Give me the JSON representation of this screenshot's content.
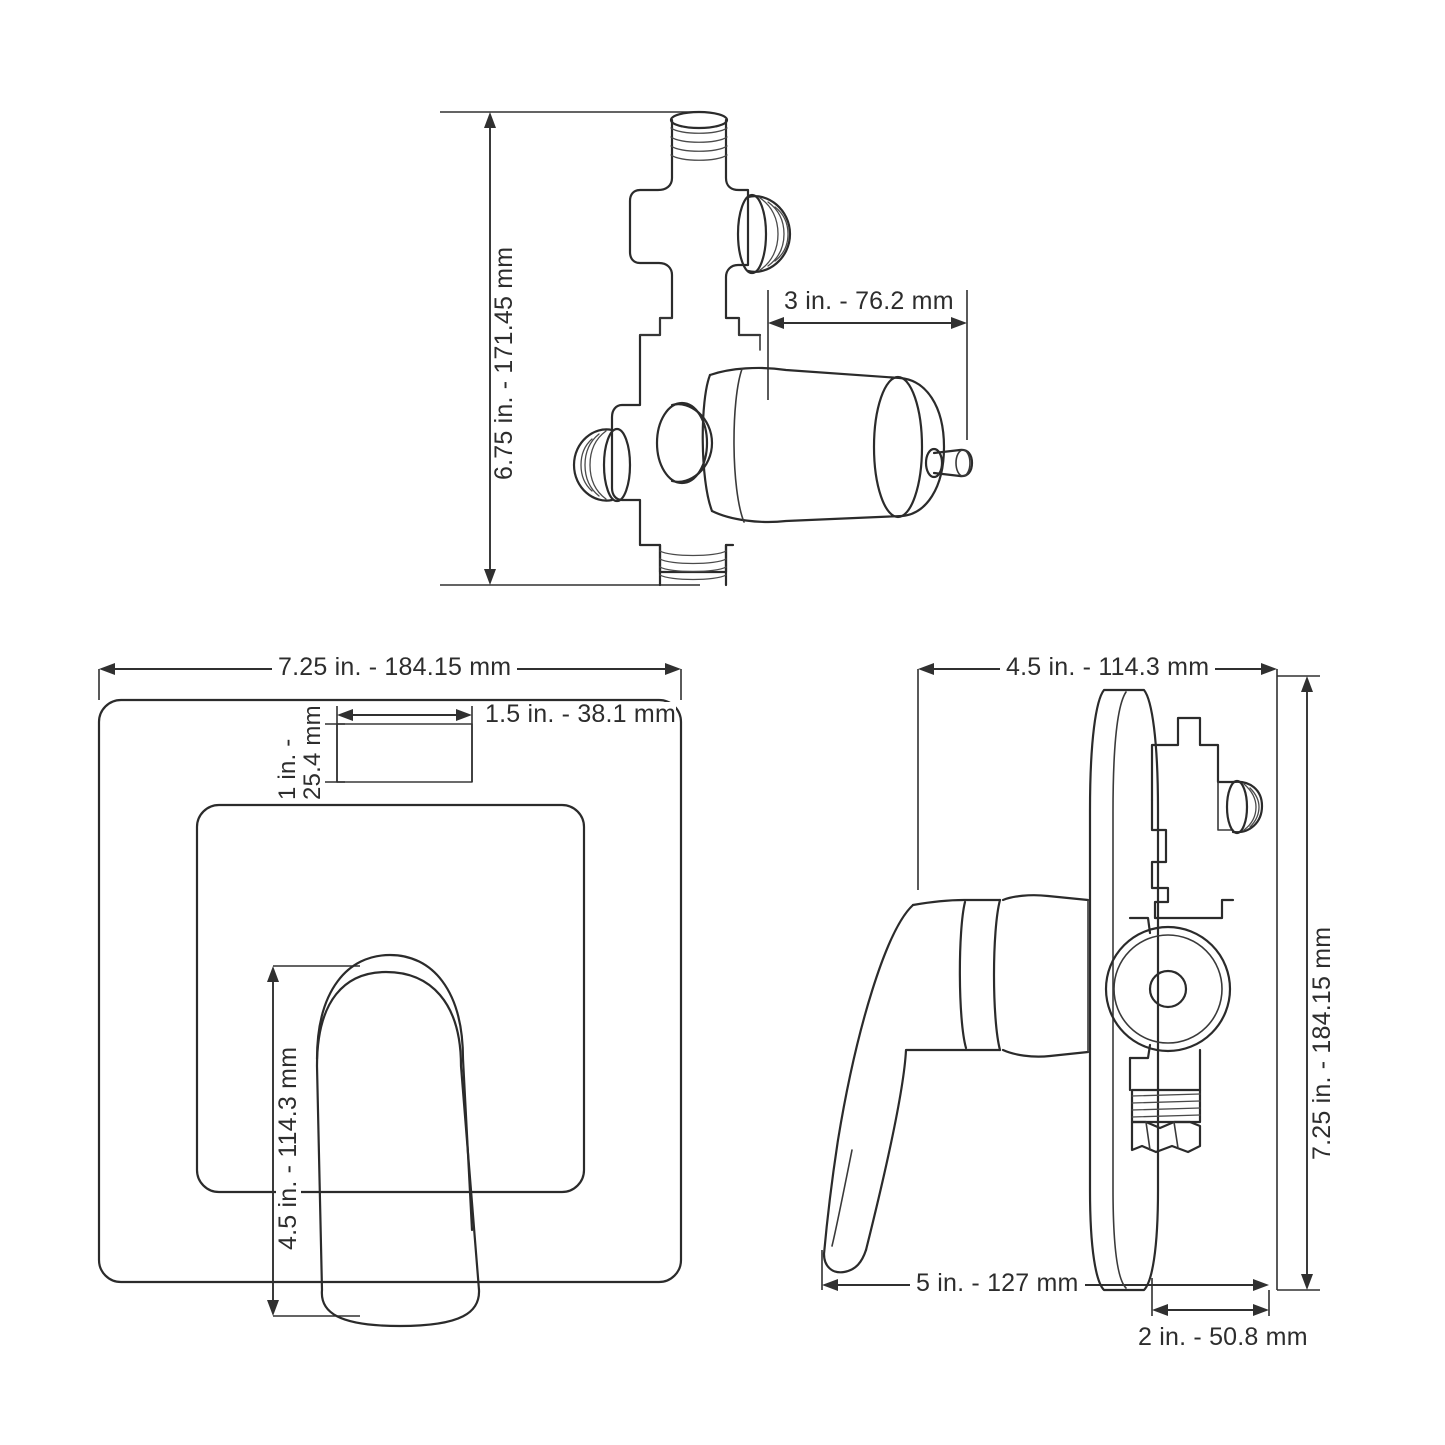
{
  "drawing": {
    "title": "Shower valve trim technical dimension drawing",
    "background_color": "#ffffff",
    "line_color": "#2b2b2b",
    "text_color": "#2d2d2d",
    "views": [
      {
        "name": "top-perspective-valve-body-view",
        "position": "top-center"
      },
      {
        "name": "front-escutcheon-view",
        "position": "bottom-left"
      },
      {
        "name": "side-profile-view",
        "position": "bottom-right"
      }
    ]
  },
  "dimensions": {
    "top_view": {
      "height_label": "6.75 in. - 171.45 mm",
      "depth_label": "3 in. - 76.2 mm"
    },
    "front_view": {
      "plate_width_label": "7.25 in. - 184.15 mm",
      "inner_width_label": "1.5 in. - 38.1 mm",
      "inner_height_label": "1 in. - 25.4 mm",
      "inner_height_line1": "1 in. -",
      "inner_height_line2": "25.4 mm",
      "handle_height_label": "4.5 in. - 114.3 mm"
    },
    "side_view": {
      "top_width_label": "4.5 in. - 114.3 mm",
      "overall_height_label": "7.25 in. - 184.15 mm",
      "handle_projection_label": "5 in. - 127 mm",
      "valve_depth_label": "2 in. - 50.8 mm"
    }
  }
}
